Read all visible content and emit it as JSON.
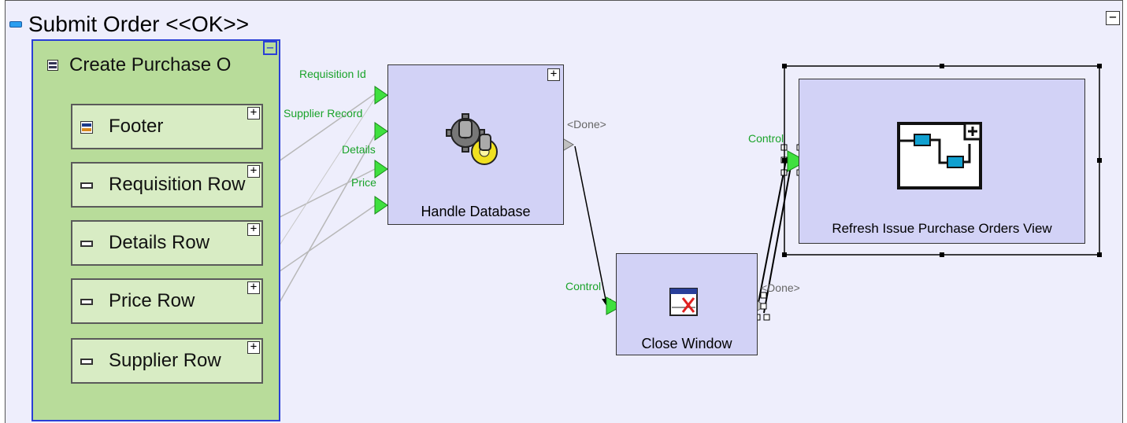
{
  "title": "Submit Order <<OK>>",
  "main_collapse": "−",
  "container": {
    "title": "Create Purchase O",
    "collapse": "−",
    "rows": [
      {
        "label": "Footer",
        "toggle": "+"
      },
      {
        "label": "Requisition Row",
        "toggle": "+"
      },
      {
        "label": "Details Row",
        "toggle": "+"
      },
      {
        "label": "Price Row",
        "toggle": "+"
      },
      {
        "label": "Supplier Row",
        "toggle": "+"
      }
    ]
  },
  "handle_database": {
    "label": "Handle Database",
    "toggle": "+",
    "inputs": [
      "Requisition Id",
      "Supplier Record",
      "Details",
      "Price"
    ],
    "output": "<Done>"
  },
  "close_window": {
    "label": "Close Window",
    "input": "Control",
    "output": "<Done>"
  },
  "refresh_view": {
    "label": "Refresh Issue Purchase Orders View",
    "input": "Control"
  }
}
